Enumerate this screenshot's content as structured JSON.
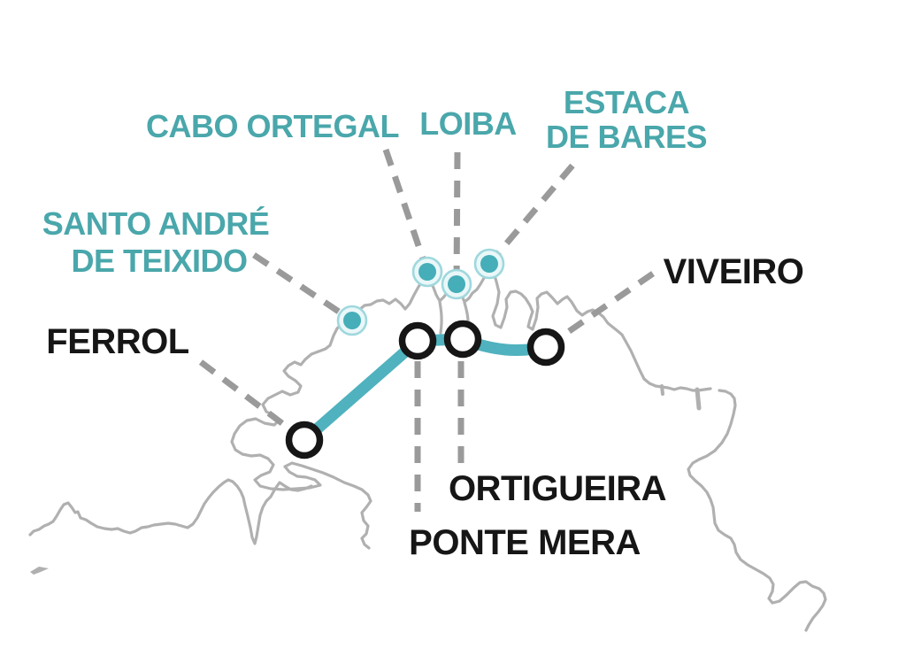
{
  "map": {
    "region": "Rías Altas coastal map",
    "background": "#ffffff"
  },
  "colors": {
    "sight_label_teal": "#4AA7AB",
    "route_teal": "#4FB2BE",
    "sight_dot_fill": "#45AEB8",
    "sight_dot_ring": "#9FD8DD",
    "sight_dot_halo": "#EAF7F8",
    "pointer_dash_gray": "#9A9A9A",
    "coastline_gray": "#B0B0B0",
    "station_black": "#161616"
  },
  "stations": [
    {
      "id": "ferrol",
      "label": "FERROL"
    },
    {
      "id": "ponte-mera",
      "label": "PONTE MERA"
    },
    {
      "id": "ortigueira",
      "label": "ORTIGUEIRA"
    },
    {
      "id": "viveiro",
      "label": "VIVEIRO"
    }
  ],
  "sights": [
    {
      "id": "santo-andre-de-teixido",
      "label_line1": "SANTO ANDRÉ",
      "label_line2": "DE TEIXIDO"
    },
    {
      "id": "cabo-ortegal",
      "label": "CABO ORTEGAL"
    },
    {
      "id": "loiba",
      "label": "LOIBA"
    },
    {
      "id": "estaca-de-bares",
      "label_line1": "ESTACA",
      "label_line2": "DE BARES"
    }
  ],
  "counts": {
    "station_markers": 4,
    "sight_markers": 4
  }
}
